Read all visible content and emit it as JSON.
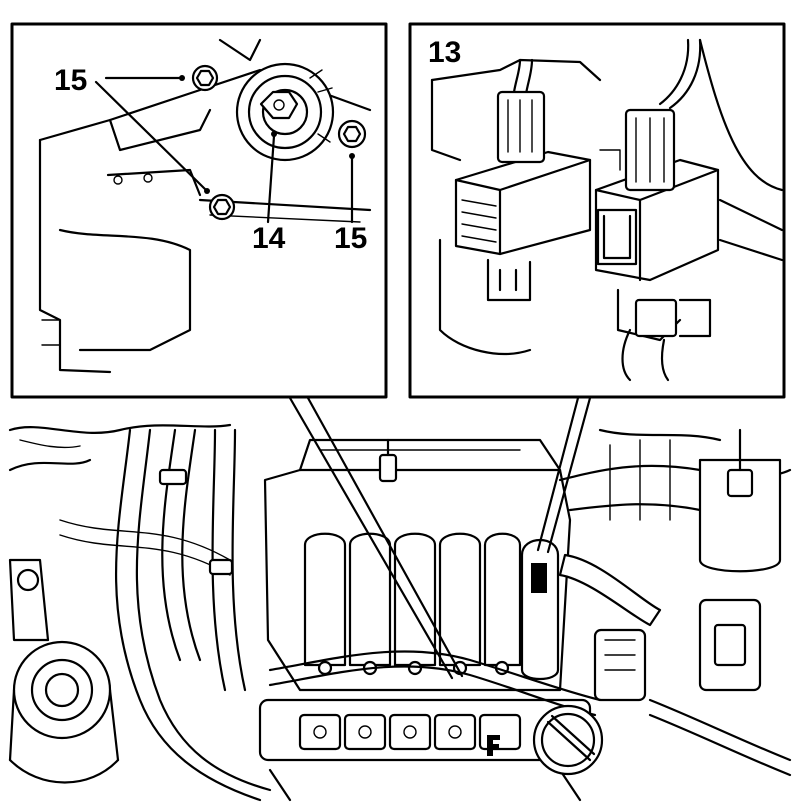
{
  "insets": {
    "left": {
      "callouts": {
        "bolt_top": "15",
        "center": "14",
        "bolt_right": "15"
      }
    },
    "right": {
      "callouts": {
        "connector": "13"
      }
    }
  }
}
